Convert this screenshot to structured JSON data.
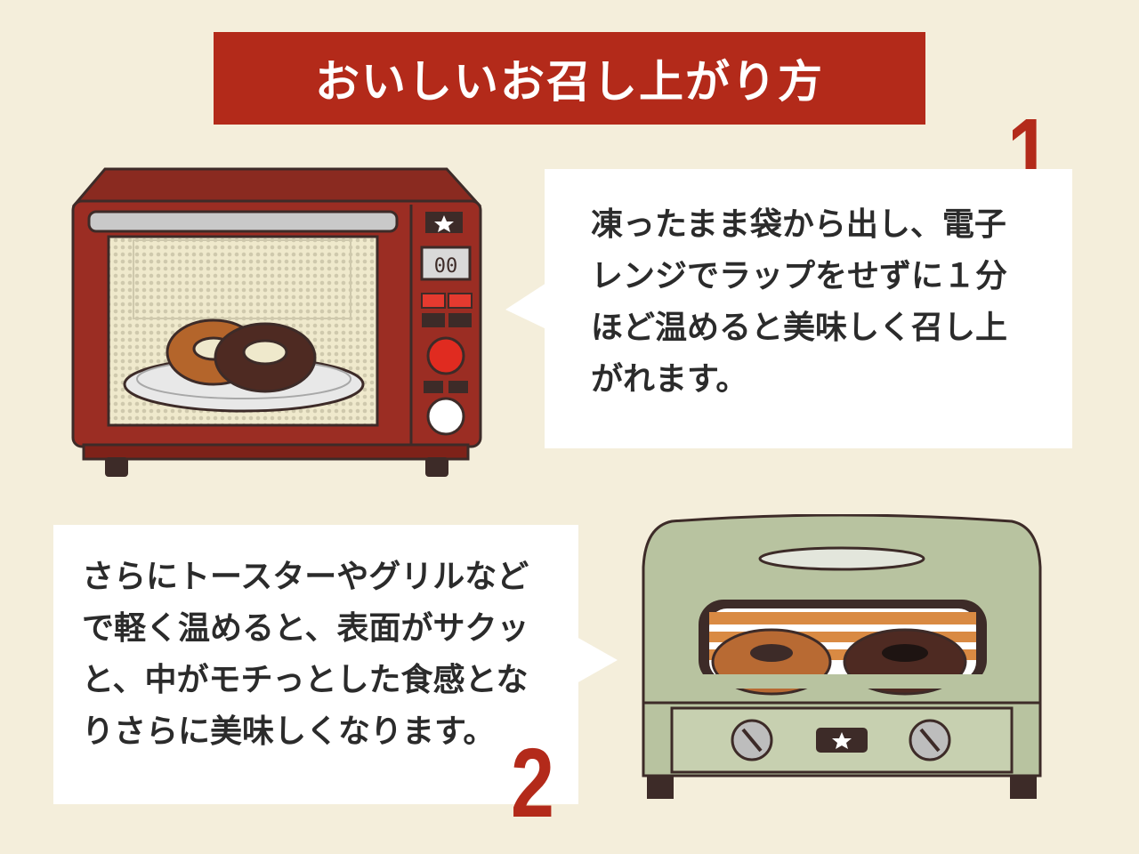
{
  "title": "おいしいお召し上がり方",
  "steps": [
    {
      "number": "1",
      "text": "凍ったまま袋から出し、電子\nレンジでラップをせずに１分\nほど温めると美味しく召し上\nがれます。"
    },
    {
      "number": "2",
      "text": "さらにトースターやグリルなど\nで軽く温めると、表面がサクッ\nと、中がモチっとした食感とな\nりさらに美味しくなります。"
    }
  ],
  "microwave": {
    "display": "00"
  },
  "colors": {
    "background": "#f4eedb",
    "accent": "#b32a1a",
    "microwave_body": "#9b2d23",
    "toaster_body": "#b8c3a0"
  }
}
